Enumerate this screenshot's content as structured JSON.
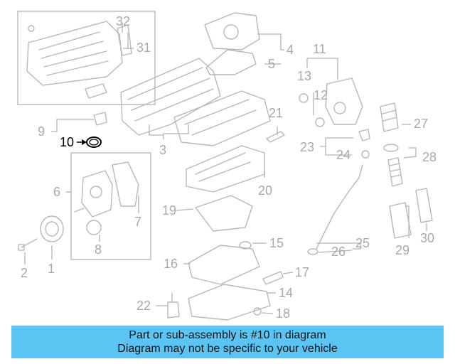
{
  "callouts": {
    "c1": "1",
    "c2": "2",
    "c3": "3",
    "c4": "4",
    "c5": "5",
    "c6": "6",
    "c7": "7",
    "c8": "8",
    "c9": "9",
    "c10": "10",
    "c11": "11",
    "c12": "12",
    "c13": "13",
    "c14": "14",
    "c15": "15",
    "c16": "16",
    "c17": "17",
    "c18": "18",
    "c19": "19",
    "c20": "20",
    "c21": "21",
    "c22": "22",
    "c23": "23",
    "c24": "24",
    "c25": "25",
    "c26": "26",
    "c27": "27",
    "c28": "28",
    "c29": "29",
    "c30": "30",
    "c31": "31",
    "c32": "32"
  },
  "highlighted_part": "10",
  "colors": {
    "banner_bg": "#5bc4f2",
    "line_art": "#b8b8b8",
    "callout_text": "#a9a9a9",
    "highlight": "#000000"
  },
  "banner": {
    "line1": "Part or sub-assembly is #10 in diagram",
    "line2": "Diagram may not be specific to your vehicle"
  }
}
